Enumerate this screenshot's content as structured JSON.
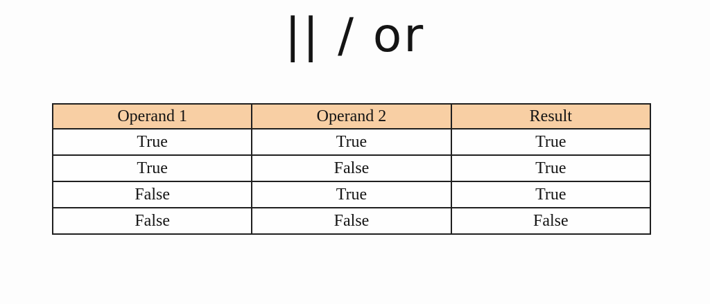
{
  "title": "|| / or",
  "colors": {
    "page_bg": "#fdfdfd",
    "header_bg": "#f8cfa4",
    "border": "#1f1f1f",
    "text": "#141414"
  },
  "table": {
    "columns": [
      "Operand 1",
      "Operand 2",
      "Result"
    ],
    "rows": [
      [
        "True",
        "True",
        "True"
      ],
      [
        "True",
        "False",
        "True"
      ],
      [
        "False",
        "True",
        "True"
      ],
      [
        "False",
        "False",
        "False"
      ]
    ]
  }
}
